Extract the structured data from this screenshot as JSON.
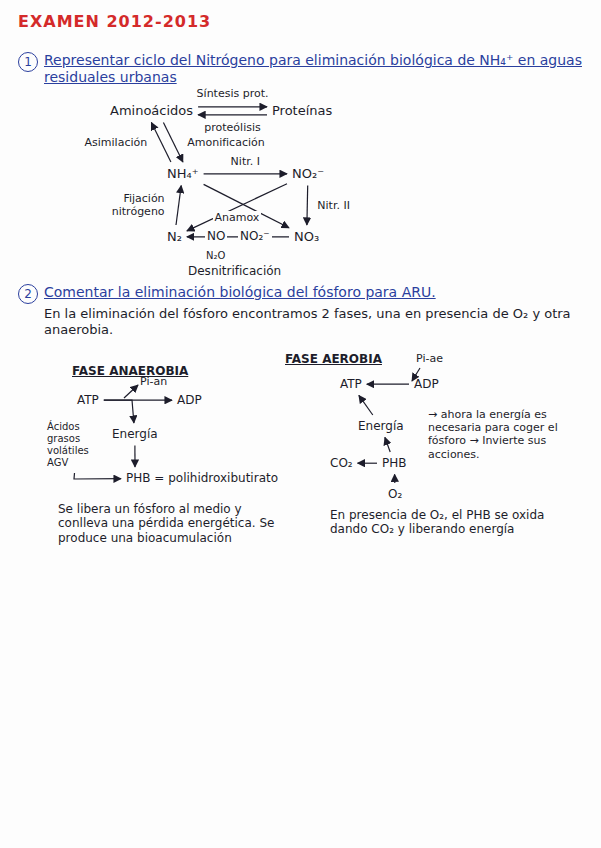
{
  "diagram": {
    "title": "EXAMEN 2012-2013",
    "nodes": [
      {
        "text": [
          "Aminoácidos"
        ]
      },
      {
        "text": [
          "Proteínas"
        ]
      },
      {
        "text": [
          "NH₄⁺"
        ]
      },
      {
        "text": [
          "NO₂⁻"
        ]
      },
      {
        "text": [
          "N₂"
        ]
      },
      {
        "text": [
          "NO₃"
        ]
      },
      {
        "text": [
          "ATP"
        ]
      },
      {
        "text": [
          "ADP"
        ]
      },
      {
        "text": [
          "Energía"
        ]
      },
      {
        "text": [
          "Ácidos grasos volátiles AGV"
        ]
      },
      {
        "text": [
          "PHB = polihidroxibutirato"
        ]
      },
      {
        "text": [
          "ATP"
        ]
      },
      {
        "text": [
          "ADP"
        ]
      },
      {
        "text": [
          "Energía"
        ]
      },
      {
        "text": [
          "CO₂"
        ]
      },
      {
        "text": [
          "PHB"
        ]
      },
      {
        "text": [
          "O₂"
        ]
      }
    ],
    "edges": [
      {
        "from": 0,
        "to": 1,
        "label": "Síntesis prot.",
        "arrow": "to"
      },
      {
        "from": 1,
        "to": 0,
        "label": "proteólisis",
        "arrow": "to"
      },
      {
        "from": 2,
        "to": 0,
        "label": "Asimilación",
        "arrow": "to"
      },
      {
        "from": 0,
        "to": 2,
        "label": "Amonificación",
        "arrow": "to"
      },
      {
        "from": 2,
        "to": 3,
        "label": "Nitr. I",
        "arrow": "to"
      },
      {
        "from": 3,
        "to": 5,
        "label": "Nitr. II",
        "arrow": "to"
      },
      {
        "from": 5,
        "to": 4,
        "arrow": "to"
      },
      {
        "from": 4,
        "to": 2,
        "label": "Fijación nitrógeno",
        "arrow": "to"
      },
      {
        "from": 3,
        "to": 4,
        "label": "Anamox",
        "arrow": "to"
      },
      {
        "from": 2,
        "to": 5,
        "arrow": "to"
      },
      {
        "from": 6,
        "to": 7,
        "arrow": "to"
      },
      {
        "from": 6,
        "to": 8,
        "arrow": "to"
      },
      {
        "from": 8,
        "to": 10,
        "arrow": "to"
      },
      {
        "from": 9,
        "to": 10,
        "arrow": "to"
      },
      {
        "from": 12,
        "to": 11,
        "arrow": "to"
      },
      {
        "from": 13,
        "to": 11,
        "arrow": "to"
      },
      {
        "from": 15,
        "to": 14,
        "arrow": "to"
      },
      {
        "from": 15,
        "to": 13,
        "arrow": "to"
      },
      {
        "from": 16,
        "to": 15,
        "arrow": "to"
      }
    ],
    "labels": [
      "1",
      "Representar ciclo del Nitrógeno para eliminación biológica de NH₄⁺ en aguas residuales urbanas",
      "NO",
      "NO₂⁻",
      "N₂O",
      "Desnitrificación",
      "2",
      "Comentar la eliminación biológica del fósforo para ARU.",
      "En la eliminación del fósforo encontramos 2 fases, una en presencia de O₂ y otra anaerobia.",
      "FASE ANAEROBIA",
      "Pi-an",
      "Se libera un fósforo al medio y conlleva una pérdida energética. Se produce una bioacumulación",
      "FASE AEROBIA",
      "Pi-ae",
      "→ ahora la energía es necesaria para coger el fósforo → Invierte sus acciones.",
      "En presencia de O₂, el PHB se oxida dando CO₂ y liberando energía"
    ]
  }
}
